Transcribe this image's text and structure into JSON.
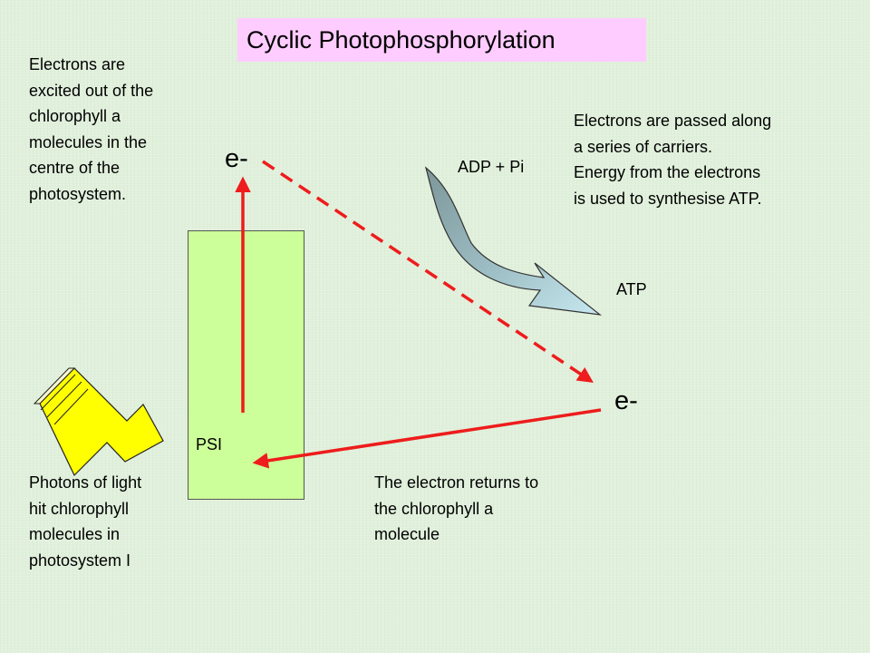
{
  "title": "Cyclic Photophosphorylation",
  "electron_top": "e-",
  "electron_right": "e-",
  "psi_label": "PSI",
  "adp_label": "ADP + Pi",
  "atp_label": "ATP",
  "text_excited": [
    "Electrons are",
    "excited out of the",
    "chlorophyll a",
    "molecules in the",
    "centre of the",
    "photosystem."
  ],
  "text_carriers": [
    "Electrons are passed along",
    "a series of carriers.",
    "Energy from the electrons",
    "is used to synthesise ATP."
  ],
  "text_photons": [
    "Photons of light",
    "hit chlorophyll",
    "molecules in",
    "photosystem I"
  ],
  "text_returns": [
    "The electron returns to",
    "the chlorophyll a",
    "molecule"
  ],
  "colors": {
    "background": "#e1f0dc",
    "title_box": "#ffccff",
    "psi_box": "#ccff99",
    "electron_arrow": "#ee1c1c",
    "light_beam": "#ffff00",
    "curved_arrow_dark": "#7d9799",
    "curved_arrow_light": "#b6dde6"
  },
  "icons": [
    "light-beam-arrow-icon",
    "curved-atp-arrow-icon"
  ]
}
